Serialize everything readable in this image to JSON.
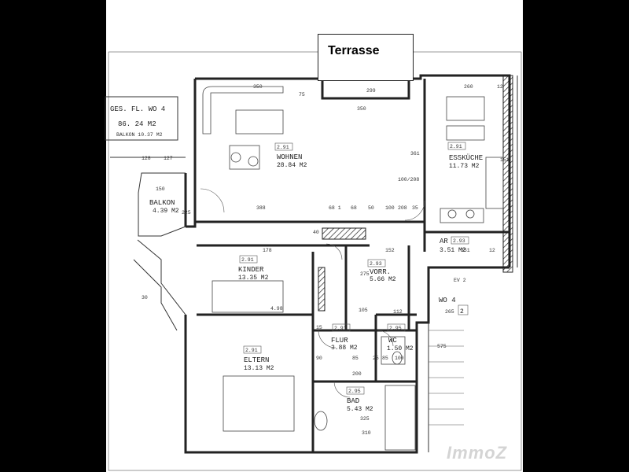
{
  "plan": {
    "terrace_label": "Terrasse",
    "summary": {
      "line1": "GES. FL. WO 4",
      "line2": "86. 24  M2",
      "line3": "BALKON   10.37 M2"
    },
    "rooms": [
      {
        "id": "wohnen",
        "tag": "2.91",
        "name": "WOHNEN",
        "area": "28.84  M2"
      },
      {
        "id": "esskueche",
        "tag": "2.91",
        "name": "ESSKÜCHE",
        "area": "11.73  M2"
      },
      {
        "id": "balkon",
        "tag": "",
        "name": "BALKON",
        "area": "4.39  M2"
      },
      {
        "id": "kinder",
        "tag": "2.91",
        "name": "KINDER",
        "area": "13.35  M2"
      },
      {
        "id": "vorr",
        "tag": "2.93",
        "name": "VORR.",
        "area": "5.66  M2"
      },
      {
        "id": "ar",
        "tag": "2.93",
        "name": "AR",
        "area": "3.51 M2"
      },
      {
        "id": "flur",
        "tag": "2.91",
        "name": "FLUR",
        "area": "3.88  M2"
      },
      {
        "id": "wc",
        "tag": "2.95",
        "name": "WC",
        "area": "1.50 M2"
      },
      {
        "id": "eltern",
        "tag": "2.91",
        "name": "ELTERN",
        "area": "13.13  M2"
      },
      {
        "id": "bad",
        "tag": "2.95",
        "name": "BAD",
        "area": "5.43  M2"
      }
    ],
    "unit_label": "WO 4",
    "unit_number": "2",
    "ev_label": "EV 2",
    "dimensions": [
      "350",
      "299",
      "350",
      "260",
      "12",
      "75",
      "361",
      "151",
      "128",
      "127",
      "150",
      "225",
      "388",
      "68 1",
      "68",
      "50",
      "100",
      "208",
      "35",
      "100/208",
      "40",
      "178",
      "152",
      "12",
      "351",
      "275",
      "105",
      "112",
      "90",
      "85",
      "25",
      "85",
      "100",
      "200",
      "325",
      "310",
      "15",
      "4.98",
      "575",
      "265",
      "30"
    ],
    "watermark": "ImmoZ"
  },
  "colors": {
    "frame": "#000000",
    "paper": "#ffffff",
    "ink": "#222222"
  }
}
